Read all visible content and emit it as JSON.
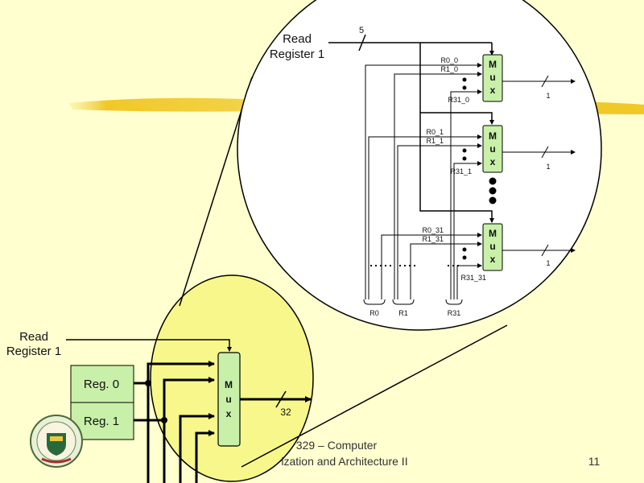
{
  "slide": {
    "page_number": "11",
    "footer_line1": "329 – Computer",
    "footer_line2": "ization and Architecture II"
  },
  "small_view": {
    "read_register_label_line1": "Read",
    "read_register_label_line2": "Register 1",
    "reg0_label": "Reg. 0",
    "reg1_label": "Reg. 1",
    "mux_letters": [
      "M",
      "u",
      "x"
    ],
    "output_width": "32"
  },
  "zoom_view": {
    "read_register_label_line1": "Read",
    "read_register_label_line2": "Register 1",
    "select_width": "5",
    "output_width": "1",
    "mux_letters": [
      "M",
      "u",
      "x"
    ],
    "muxes": [
      {
        "input_top1": "R0_0",
        "input_top2": "R1_0",
        "input_bottom": "R31_0"
      },
      {
        "input_top1": "R0_1",
        "input_top2": "R1_1",
        "input_bottom": "R31_1"
      },
      {
        "input_top1": "R0_31",
        "input_top2": "R1_31",
        "input_bottom": "R31_31"
      }
    ],
    "bus_labels": [
      "R0",
      "R1",
      "R31"
    ]
  },
  "colors": {
    "background": "#ffffd0",
    "highlight_circle": "#f7f78c",
    "mux_fill": "#c8f0a8",
    "reg_fill": "#c8f0a8",
    "brush_stroke": "#f0c828"
  }
}
